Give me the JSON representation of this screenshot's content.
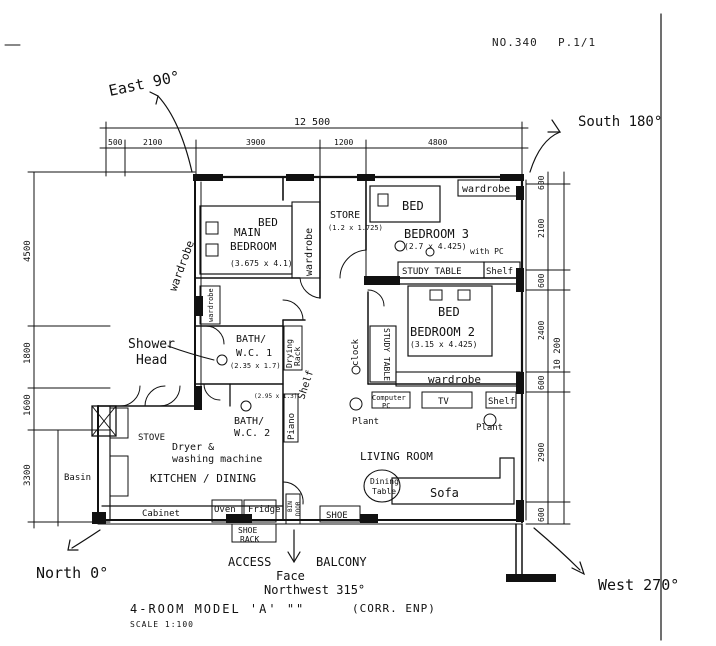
{
  "header": {
    "doc_no": "NO.340",
    "page": "P.1/1"
  },
  "directions": {
    "east": "East 90°",
    "south": "South 180°",
    "north": "North 0°",
    "west": "West 270°",
    "west_deg": "270°",
    "south_deg": "180°"
  },
  "dimensions": {
    "top_total": "12 500",
    "top_segments": [
      "500",
      "2100",
      "3900",
      "1200",
      "4800"
    ],
    "left": [
      "4500",
      "1800",
      "1600",
      "3300"
    ],
    "right": [
      "600",
      "2100",
      "600",
      "2400",
      "600",
      "2900",
      "600"
    ],
    "right_total": "10 200"
  },
  "rooms": {
    "main_bedroom": {
      "bed": "BED",
      "name_1": "MAIN",
      "name_2": "BEDROOM",
      "size": "(3.675 x 4.1)"
    },
    "store": {
      "name": "STORE",
      "size": "(1.2 x 1.725)"
    },
    "bedroom3": {
      "bed": "BED",
      "name": "BEDROOM 3",
      "size": "(2.7 x 4.425)",
      "wardrobe": "wardrobe",
      "study_table": "STUDY TABLE",
      "shelf": "Shelf",
      "with_pc": "with PC"
    },
    "bedroom2": {
      "bed": "BED",
      "name": "BEDROOM 2",
      "size": "(3.15 x 4.425)",
      "study_table": "STUDY TABLE",
      "wardrobe": "wardrobe"
    },
    "bath1": {
      "name_1": "BATH/",
      "name_2": "W.C. 1",
      "size": "(2.35 x 1.7)"
    },
    "bath2": {
      "name_1": "BATH/",
      "name_2": "W.C. 2",
      "size": "(2.95 x 1.3)"
    },
    "kitchen": {
      "name": "KITCHEN / DINING",
      "stove": "STOVE",
      "dryer_1": "Dryer &",
      "dryer_2": "washing machine",
      "basin": "Basin",
      "cabinet": "Cabinet",
      "oven": "Oven",
      "fridge": "Fridge"
    },
    "living": {
      "name": "LIVING ROOM",
      "dining_1": "Dining",
      "dining_2": "Table",
      "sofa": "Sofa",
      "tv": "TV",
      "shelf": "Shelf",
      "plant_1": "Plant",
      "plant_2": "Plant",
      "computer_1": "Computer",
      "computer_2": "PC",
      "clock": "clock"
    },
    "misc": {
      "wardrobe_main": "wardrobe",
      "wardrobe_mid": "wardrobe",
      "wardrobe_sm": "wardrobe",
      "drying_1": "Drying",
      "drying_2": "Rack",
      "shelf": "Shelf",
      "piano": "Piano",
      "shoe_1": "SHOE",
      "shoe_2": "RACK",
      "shoe": "SHOE",
      "bin": "BIN",
      "door": "DOOR"
    }
  },
  "labels": {
    "shower_1": "Shower",
    "shower_2": "Head",
    "access": "ACCESS",
    "balcony": "BALCONY",
    "face_1": "Face",
    "face_2": "Northwest 315°"
  },
  "title": {
    "model": "4-ROOM MODEL 'A' \"\"",
    "corr": "(CORR. ENP)",
    "scale": "SCALE 1:100"
  }
}
